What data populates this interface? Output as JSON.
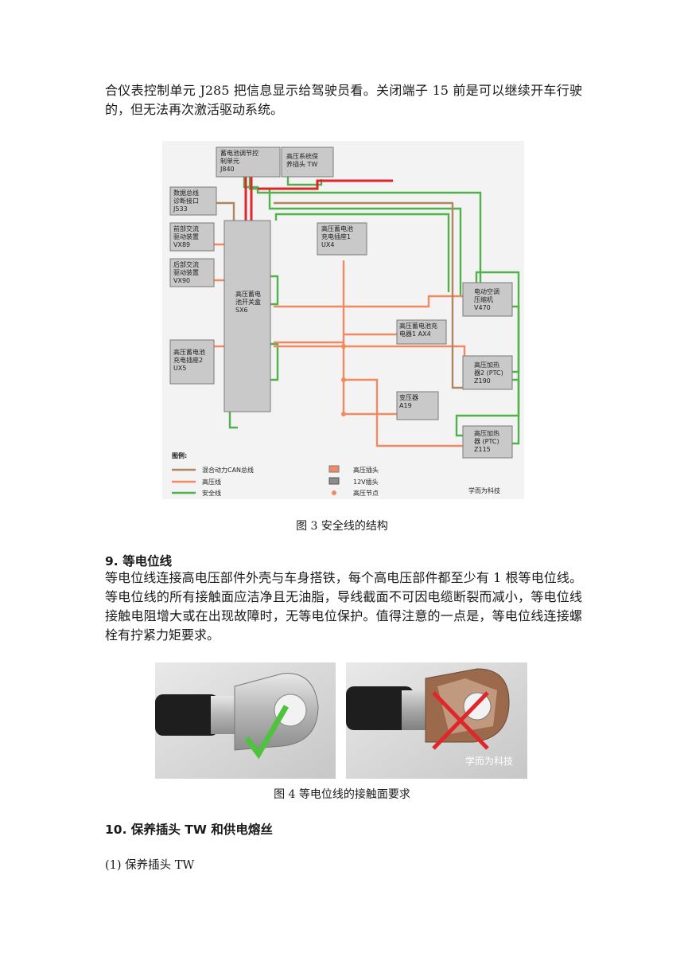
{
  "intro_text": "合仪表控制单元 J285 把信息显示给驾驶员看。关闭端子 15 前是可以继续开车行驶的，但无法再次激活驱动系统。",
  "figure3": {
    "caption": "图 3  安全线的结构",
    "boxes": {
      "j840": [
        "蓄电池调节控",
        "制单元",
        "J840"
      ],
      "tw": [
        "高压系统保",
        "养插头 TW"
      ],
      "j533": [
        "数据总线",
        "诊断接口",
        "J533"
      ],
      "vx89": [
        "前部交流",
        "驱动装置",
        "VX89"
      ],
      "vx90": [
        "后部交流",
        "驱动装置",
        "VX90"
      ],
      "sx6": [
        "高压蓄电",
        "池开关盒",
        "SX6"
      ],
      "ux4": [
        "高压蓄电池",
        "充电插座1",
        "UX4"
      ],
      "ux5": [
        "高压蓄电池",
        "充电插座2",
        "UX5"
      ],
      "v470": [
        "电动空调",
        "压缩机",
        "V470"
      ],
      "ax4": [
        "高压蓄电池充",
        "电器1 AX4"
      ],
      "z190": [
        "高压加热",
        "器2 (PTC)",
        "Z190"
      ],
      "a19": [
        "变压器",
        "A19"
      ],
      "z115": [
        "高压加热",
        "器 (PTC)",
        "Z115"
      ]
    },
    "legend": {
      "title": "图例:",
      "can": "混合动力CAN总线",
      "hv_line": "高压线",
      "safety_line": "安全线",
      "hv_plug": "高压插头",
      "plug_12v": "12V插头",
      "hv_node": "高压节点"
    },
    "watermark": "学而为科技",
    "colors": {
      "can": "#b08660",
      "hv": "#f08a62",
      "safety": "#4fb24a",
      "red": "#e0262b",
      "box": "#c9c9c9",
      "box_stroke": "#7a7a7a"
    }
  },
  "section9": {
    "heading": "9. 等电位线",
    "body": "等电位线连接高电压部件外壳与车身搭铁，每个高电压部件都至少有 1 根等电位线。等电位线的所有接触面应洁净且无油脂，导线截面不可因电缆断裂而减小，等电位线接触电阻增大或在出现故障时，无等电位保护。值得注意的一点是，等电位线连接螺栓有拧紧力矩要求。"
  },
  "figure4": {
    "caption": "图 4  等电位线的接触面要求",
    "watermark": "学而为科技"
  },
  "section10": {
    "heading": "10. 保养插头 TW 和供电熔丝",
    "sub1": "(1) 保养插头 TW"
  }
}
